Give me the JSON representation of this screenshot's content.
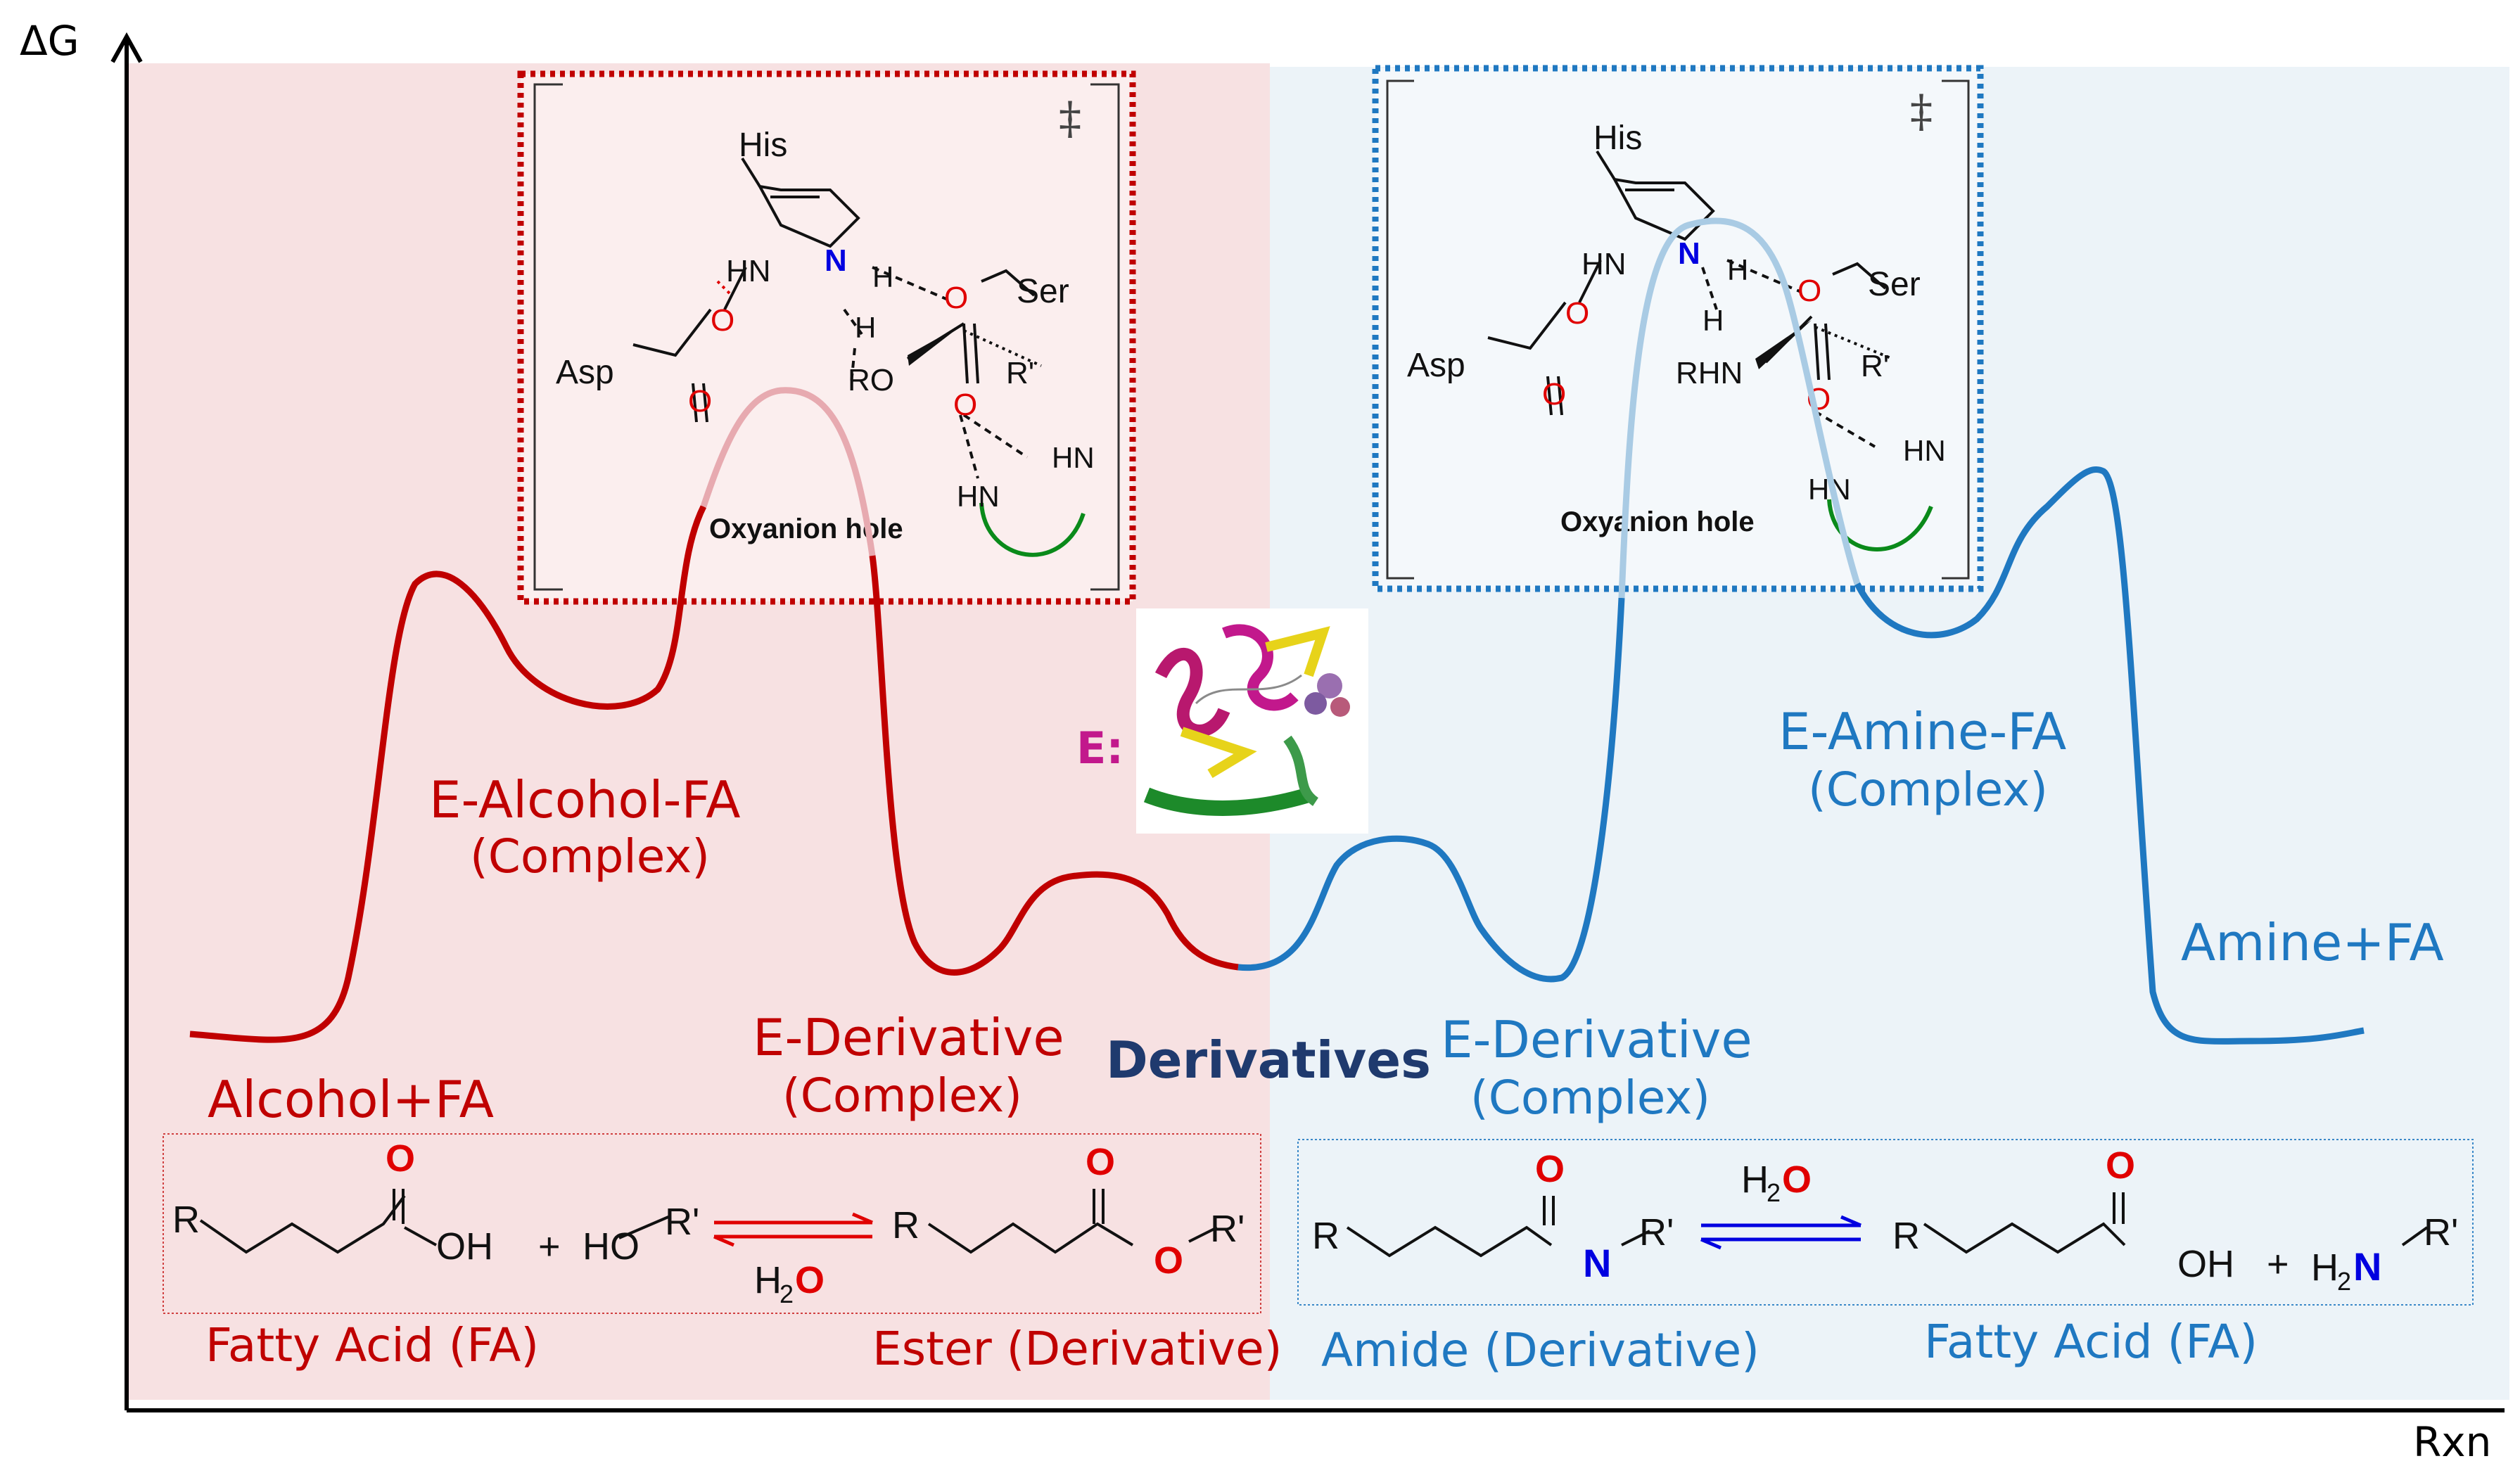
{
  "colors": {
    "red": "#c00000",
    "blue": "#1f78c1",
    "navy": "#1f3a6e",
    "pink_bg": "#f7e1e2",
    "blue_bg": "#ecf3f8",
    "atom_red": "#e00000",
    "atom_blue": "#0000e0",
    "loop_green": "#0a8a1a",
    "magenta": "#c2188c"
  },
  "axes": {
    "y_label": "ΔG",
    "x_label": "Rxn"
  },
  "labels": {
    "alcohol_fa": "Alcohol+FA",
    "e_alcohol_fa": "E-Alcohol-FA",
    "complex_left": "(Complex)",
    "e_derivative_left": "E-Derivative",
    "complex_mid_left": "(Complex)",
    "derivatives": "Derivatives",
    "e_derivative_right": "E-Derivative",
    "complex_mid_right": "(Complex)",
    "e_amine_fa": "E-Amine-FA",
    "complex_right": "(Complex)",
    "amine_fa": "Amine+FA",
    "enzyme": "E:"
  },
  "ts_left": {
    "his": "His",
    "asp": "Asp",
    "ser": "Ser",
    "hn": "HN",
    "n": "N",
    "h1": "H",
    "h2": "H",
    "o_ser": "O",
    "o_asp1": "O",
    "o_asp2": "O",
    "o_ox": "O",
    "ro": "RO",
    "r_prime": "R'",
    "hn_a": "HN",
    "hn_b": "HN",
    "dagger": "‡",
    "oxyanion": "Oxyanion hole"
  },
  "ts_right": {
    "his": "His",
    "asp": "Asp",
    "ser": "Ser",
    "hn": "HN",
    "n": "N",
    "h1": "H",
    "h2": "H",
    "o_ser": "O",
    "o_asp1": "O",
    "o_asp2": "O",
    "o_ox": "O",
    "rhn": "RHN",
    "r_prime": "R'",
    "hn_a": "HN",
    "hn_b": "HN",
    "dagger": "‡",
    "oxyanion": "Oxyanion hole"
  },
  "eq_left": {
    "r1": "R",
    "o_top1": "O",
    "oh": "OH",
    "plus": "+",
    "ho": "HO",
    "r_prime1": "R'",
    "h2o_h": "H",
    "h2o_2": "2",
    "h2o_o": "O",
    "r2": "R",
    "o_top2": "O",
    "o_ester": "O",
    "r_prime2": "R'",
    "fa_label": "Fatty Acid (FA)",
    "ester_label": "Ester (Derivative)"
  },
  "eq_right": {
    "r1": "R",
    "o_top1": "O",
    "n": "N",
    "r_prime1": "R'",
    "h2o_h": "H",
    "h2o_2": "2",
    "h2o_o": "O",
    "r2": "R",
    "o_top2": "O",
    "oh": "OH",
    "plus": "+",
    "h2n_h": "H",
    "h2n_2": "2",
    "h2n_n": "N",
    "r_prime2": "R'",
    "amide_label": "Amide (Derivative)",
    "fa_label": "Fatty Acid (FA)"
  }
}
